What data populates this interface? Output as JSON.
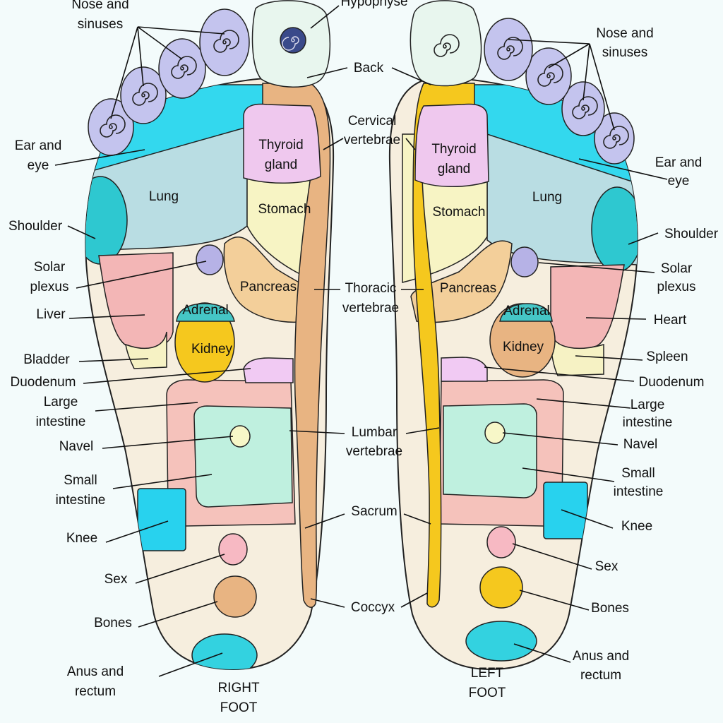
{
  "right_foot": {
    "label_line1": "RIGHT",
    "label_line2": "FOOT",
    "zones": {
      "lung": "Lung",
      "thyroid_line1": "Thyroid",
      "thyroid_line2": "gland",
      "stomach": "Stomach",
      "pancreas": "Pancreas",
      "adrenal": "Adrenal",
      "kidney": "Kidney"
    },
    "callouts": {
      "nose_line1": "Nose and",
      "nose_line2": "sinuses",
      "ear_line1": "Ear and",
      "ear_line2": "eye",
      "shoulder": "Shoulder",
      "solar_line1": "Solar",
      "solar_line2": "plexus",
      "liver": "Liver",
      "bladder": "Bladder",
      "duodenum": "Duodenum",
      "large_line1": "Large",
      "large_line2": "intestine",
      "navel": "Navel",
      "small_line1": "Small",
      "small_line2": "intestine",
      "knee": "Knee",
      "sex": "Sex",
      "bones": "Bones",
      "anus_line1": "Anus and",
      "anus_line2": "rectum"
    }
  },
  "left_foot": {
    "label_line1": "LEFT",
    "label_line2": "FOOT",
    "zones": {
      "lung": "Lung",
      "thyroid_line1": "Thyroid",
      "thyroid_line2": "gland",
      "stomach": "Stomach",
      "pancreas": "Pancreas",
      "adrenal": "Adrenal",
      "kidney": "Kidney"
    },
    "callouts": {
      "nose_line1": "Nose and",
      "nose_line2": "sinuses",
      "ear_line1": "Ear and",
      "ear_line2": "eye",
      "shoulder": "Shoulder",
      "solar_line1": "Solar",
      "solar_line2": "plexus",
      "heart": "Heart",
      "spleen": "Spleen",
      "duodenum": "Duodenum",
      "large_line1": "Large",
      "large_line2": "intestine",
      "navel": "Navel",
      "small_line1": "Small",
      "small_line2": "intestine",
      "knee": "Knee",
      "sex": "Sex",
      "bones": "Bones",
      "anus_line1": "Anus and",
      "anus_line2": "rectum"
    }
  },
  "center": {
    "hypophyse": "Hypophyse",
    "back": "Back",
    "cervical_line1": "Cervical",
    "cervical_line2": "vertebrae",
    "thoracic_line1": "Thoracic",
    "thoracic_line2": "vertebrae",
    "lumbar_line1": "Lumbar",
    "lumbar_line2": "vertebrae",
    "sacrum": "Sacrum",
    "coccyx": "Coccyx"
  },
  "colors": {
    "foot_base": "#f6eede",
    "lung": "#b9dde3",
    "toe_band": "#33d8ee",
    "shoulder": "#2ec8d0",
    "toe": "#c4c4ee",
    "thyroid": "#efc8ee",
    "stomach": "#f7f4c4",
    "pancreas": "#f3cf9a",
    "spine_right": "#e8b482",
    "spine_left": "#f5c81e",
    "liver_heart": "#f3b6b6",
    "bladder_spleen": "#f6f2c4",
    "kidney_right": "#f5c81e",
    "kidney_left": "#e8b482",
    "adrenal": "#45c6c6",
    "large_intestine": "#f5c2bb",
    "small_intestine": "#bff0df",
    "knee": "#28d2ee",
    "sex": "#f7b9c3",
    "bones_right": "#e8b482",
    "bones_left": "#f5c81e",
    "anus": "#33d2e0",
    "big_toe": "#e8f6ee",
    "solar": "#b6b2e6",
    "duodenum": "#f1caf3",
    "navel": "#f7f7c8"
  }
}
